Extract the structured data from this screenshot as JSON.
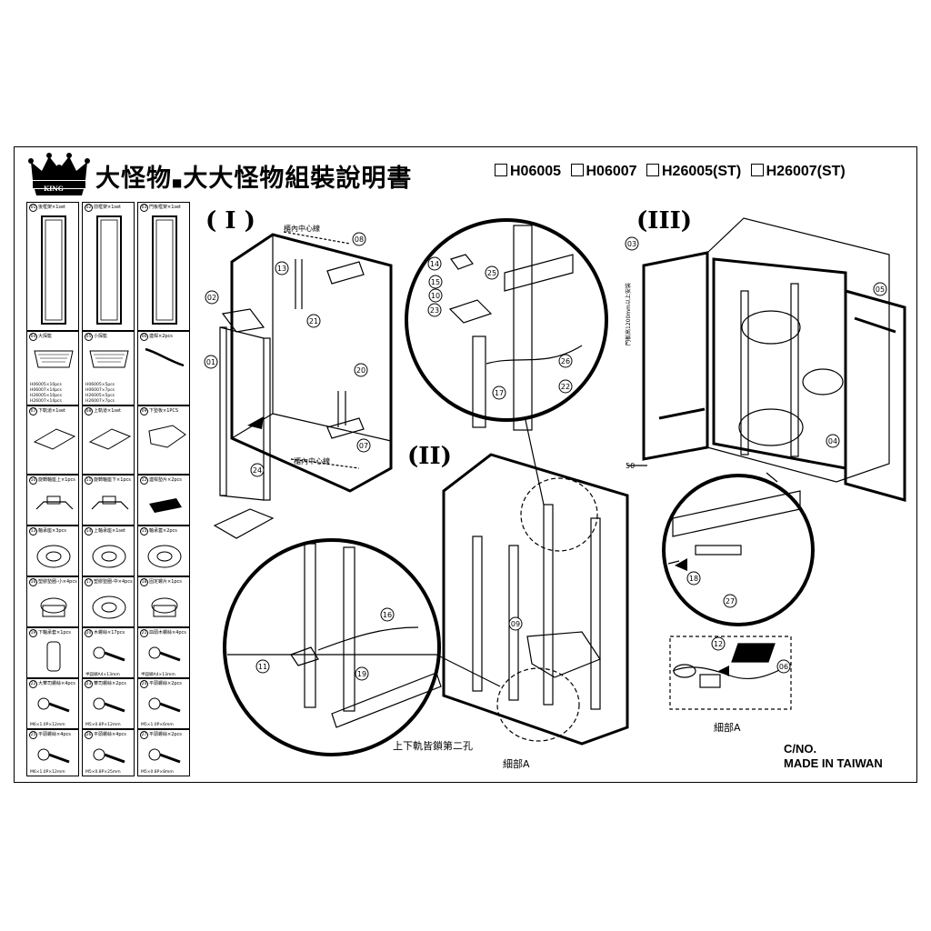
{
  "header": {
    "brand": "大怪物",
    "title": "大大怪物組裝說明書",
    "logo_text": "KING",
    "models": [
      "H06005",
      "H06007",
      "H26005(ST)",
      "H26007(ST)"
    ]
  },
  "sections": {
    "s1": "( I )",
    "s2": "(II)",
    "s3": "(III)"
  },
  "labels": {
    "center1": "櫃內中心線",
    "center2": "櫃內中心線",
    "lock_note": "上下軌皆鎖第二孔",
    "detail1": "細部A",
    "detail2": "細部A",
    "height_note": "門板高1200mm以上安裝",
    "dim50": "50"
  },
  "footer": {
    "cno": "C/NO.",
    "made": "MADE IN TAIWAN"
  },
  "parts": [
    {
      "num": "01",
      "label": "後框架×1set",
      "notes": []
    },
    {
      "num": "02",
      "label": "前框架×1set",
      "notes": []
    },
    {
      "num": "03",
      "label": "門板框架×1set",
      "notes": []
    },
    {
      "num": "04",
      "label": "大探籃",
      "notes": [
        "H06005×10pcs",
        "H06007×14pcs",
        "H26005×10pcs",
        "H26007×14pcs"
      ]
    },
    {
      "num": "05",
      "label": "小探籃",
      "notes": [
        "H06005×5pcs",
        "H06007×7pcs",
        "H26005×5pcs",
        "H26007×7pcs"
      ]
    },
    {
      "num": "06",
      "label": "連桿×2pcs",
      "notes": []
    },
    {
      "num": "07",
      "label": "下軌道×1set",
      "notes": []
    },
    {
      "num": "08",
      "label": "上軌道×1set",
      "notes": []
    },
    {
      "num": "09",
      "label": "下墊板×1PCS",
      "notes": []
    },
    {
      "num": "10",
      "label": "旋轉軸座上×1pcs",
      "notes": []
    },
    {
      "num": "11",
      "label": "旋轉軸座下×1pcs",
      "notes": []
    },
    {
      "num": "12",
      "label": "連桿墊片×2pcs",
      "notes": []
    },
    {
      "num": "13",
      "label": "軸承座×3pcs",
      "notes": []
    },
    {
      "num": "14",
      "label": "上軸承座×1set",
      "notes": []
    },
    {
      "num": "15",
      "label": "軸承蓋×2pcs",
      "notes": []
    },
    {
      "num": "16",
      "label": "塑膠墊圈-小×4pcs",
      "notes": []
    },
    {
      "num": "17",
      "label": "塑膠墊圈-中×4pcs",
      "notes": []
    },
    {
      "num": "18",
      "label": "固定螺片×1pcs",
      "notes": []
    },
    {
      "num": "19",
      "label": "下軸承套×1pcs",
      "notes": []
    },
    {
      "num": "20",
      "label": "木螺絲×17pcs",
      "notes": [
        "半圓頭A4×13mm"
      ]
    },
    {
      "num": "21",
      "label": "皿頭木螺絲×4pcs",
      "notes": [
        "半圓頭A4×13mm"
      ]
    },
    {
      "num": "22",
      "label": "大華司螺絲×4pcs",
      "notes": [
        "M6×1.0P×12mm"
      ]
    },
    {
      "num": "23",
      "label": "華司螺絲×2pcs",
      "notes": [
        "M5×0.8P×12mm"
      ]
    },
    {
      "num": "24",
      "label": "平頭螺絲×2pcs",
      "notes": [
        "M5×1.0P×6mm"
      ]
    },
    {
      "num": "25",
      "label": "平頭螺絲×4pcs",
      "notes": [
        "M6×1.0P×12mm"
      ]
    },
    {
      "num": "26",
      "label": "平頭螺絲×4pcs",
      "notes": [
        "M5×0.8P×25mm"
      ]
    },
    {
      "num": "27",
      "label": "平頭螺絲×2pcs",
      "notes": [
        "M5×0.8P×8mm"
      ]
    }
  ],
  "callouts": [
    "01",
    "02",
    "03",
    "04",
    "05",
    "06",
    "07",
    "08",
    "09",
    "10",
    "11",
    "12",
    "13",
    "14",
    "15",
    "16",
    "17",
    "18",
    "19",
    "20",
    "21",
    "22",
    "23",
    "24",
    "25",
    "26",
    "27"
  ]
}
